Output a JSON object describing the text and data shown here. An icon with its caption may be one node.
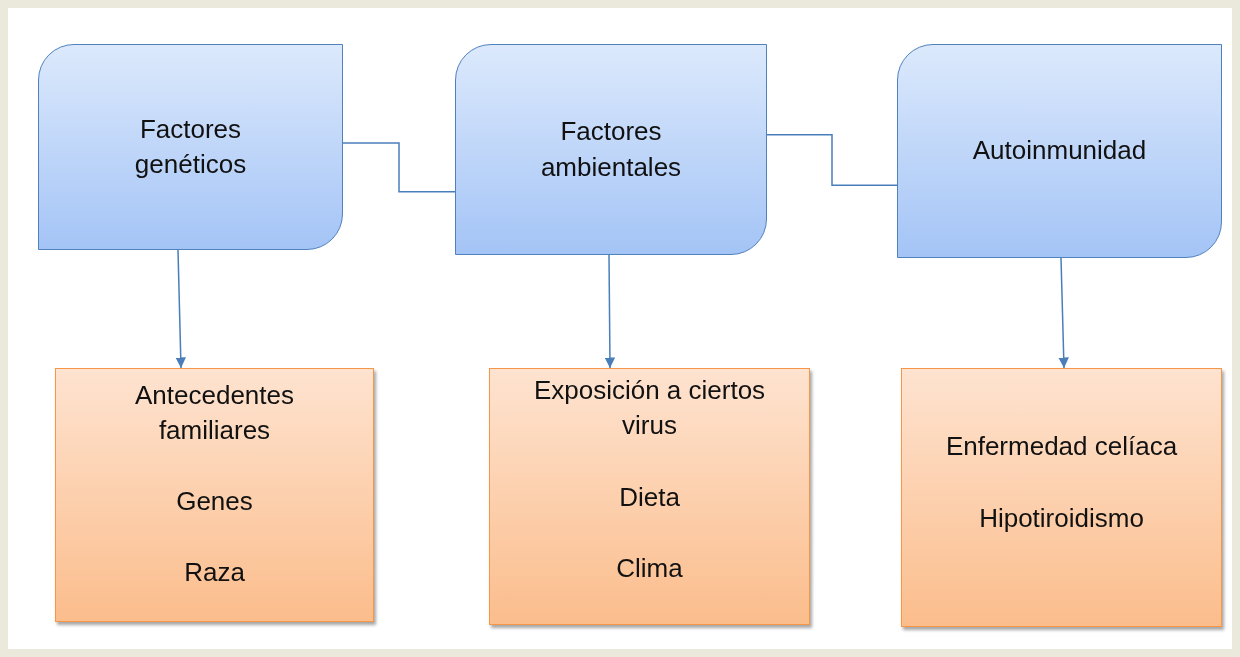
{
  "diagram": {
    "nodes": [
      {
        "text": [
          "Factores genéticos"
        ]
      },
      {
        "text": [
          "Factores ambientales"
        ]
      },
      {
        "text": [
          "Autoinmunidad"
        ]
      },
      {
        "text": [
          "Antecedentes familiares",
          "Genes",
          "Raza"
        ]
      },
      {
        "text": [
          "Exposición a ciertos virus",
          "Dieta",
          "Clima"
        ]
      },
      {
        "text": [
          "Enfermedad celíaca",
          "Hipotiroidismo"
        ]
      }
    ],
    "edges": [
      {
        "from": 0,
        "to": 1,
        "arrow": "none"
      },
      {
        "from": 1,
        "to": 2,
        "arrow": "none"
      },
      {
        "from": 0,
        "to": 3,
        "arrow": "to"
      },
      {
        "from": 1,
        "to": 4,
        "arrow": "to"
      },
      {
        "from": 2,
        "to": 5,
        "arrow": "to"
      }
    ]
  }
}
